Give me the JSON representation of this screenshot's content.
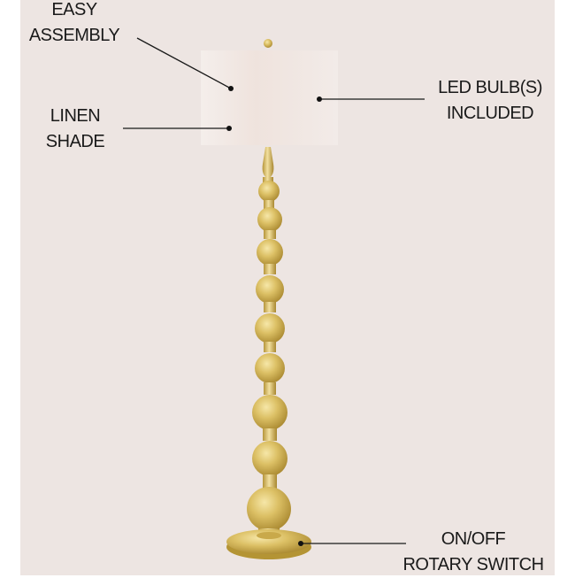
{
  "callouts": [
    {
      "id": "easy-assembly",
      "lines": [
        "EASY",
        "ASSEMBLY"
      ]
    },
    {
      "id": "linen-shade",
      "lines": [
        "LINEN",
        "SHADE"
      ]
    },
    {
      "id": "led-bulbs",
      "lines": [
        "LED BULB(S)",
        "INCLUDED"
      ]
    },
    {
      "id": "rotary-switch",
      "lines": [
        "ON/OFF",
        "ROTARY SWITCH"
      ]
    }
  ],
  "colors": {
    "background": "#ede5e2",
    "gold": "#d9bb5c",
    "shade": "#f3ece9",
    "text": "#1a1a1a"
  }
}
